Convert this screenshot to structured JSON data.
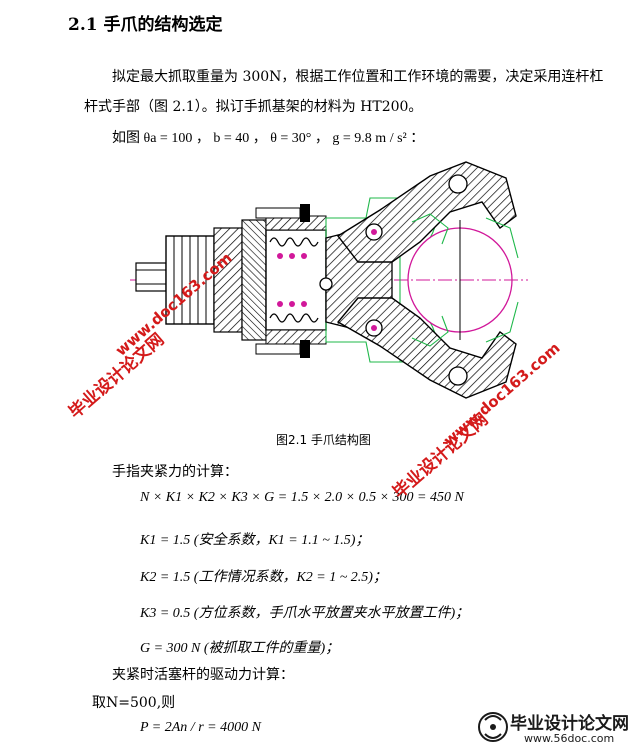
{
  "heading": "2.1 手爪的结构选定",
  "para1_line1": "拟定最大抓取重量为 300N，根据工作位置和工作环境的需要，决定采用连杆杠",
  "para1_line2": "杆式手部（图 2.1）。拟订手抓基架的材料为 HT200。",
  "params_line": "如图 θa = 100 ， b = 40 ， θ = 30° ， g = 9.8 m / s² ：",
  "figure_caption": "图2.1    手爪结构图",
  "grip_label": "手指夹紧力的计算：",
  "eq_force": "N × K1 × K2 × K3 × G = 1.5 × 2.0 × 0.5 × 300 = 450 N",
  "eq_k1": "K1 = 1.5 (安全系数，K1 = 1.1 ~ 1.5)；",
  "eq_k2": "K2 = 1.5 (工作情况系数，K2 = 1 ~ 2.5)；",
  "eq_k3": "K3 = 0.5 (方位系数，手爪水平放置夹水平放置工件)；",
  "eq_g": "G = 300 N (被抓取工件的重量)；",
  "drive_label": "夹紧时活塞杆的驱动力计算：",
  "take_n": "取N=500,则",
  "eq_p": "P = 2An / r = 4000 N",
  "watermarks": {
    "site": "www.doc163.com",
    "name": "毕业设计论文网"
  },
  "logo": {
    "title": "毕业设计论文网",
    "url": "www.56doc.com"
  },
  "colors": {
    "watermark": "#d41a1a",
    "drawing_black": "#000000",
    "drawing_green": "#1fb84a",
    "drawing_magenta": "#d1189a"
  }
}
